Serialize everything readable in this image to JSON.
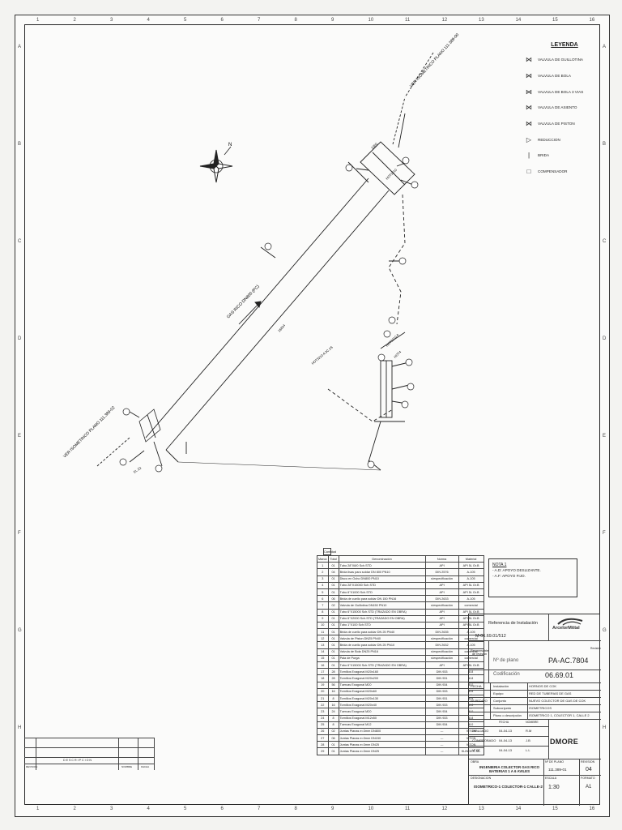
{
  "zone_numbers": [
    "1",
    "2",
    "3",
    "4",
    "5",
    "6",
    "7",
    "8",
    "9",
    "10",
    "11",
    "12",
    "13",
    "14",
    "15",
    "16"
  ],
  "zone_letters": [
    "A",
    "B",
    "C",
    "D",
    "E",
    "F",
    "G",
    "H"
  ],
  "legend": {
    "title": "LEYENDA",
    "items": [
      {
        "icon": "gate-valve-icon",
        "label": "VALVULA DE GUILLOTINA"
      },
      {
        "icon": "ball-valve-icon",
        "label": "VALVULA DE BOLA"
      },
      {
        "icon": "three-way-ball-valve-icon",
        "label": "VALVULA DE BOLA 3 VIAS"
      },
      {
        "icon": "seat-valve-icon",
        "label": "VALVULA DE ASIENTO"
      },
      {
        "icon": "piston-valve-icon",
        "label": "VALVULA DE PISTON"
      },
      {
        "icon": "reducer-icon",
        "label": "REDUCCION"
      },
      {
        "icon": "flange-icon",
        "label": "BRIDA"
      },
      {
        "icon": "compensator-icon",
        "label": "COMPENSADOR"
      }
    ]
  },
  "drawing": {
    "ref_top": "VER ISOMETRICO PLANO 111.389-00",
    "ref_left": "VER ISOMETRICO PLANO 111.389-02",
    "pipe_label": "GAS RICO DN800 (PC)",
    "dim_main": "15824",
    "elev_left": "EL.Z2",
    "small_a": "HOT3210",
    "small_b": "HOT3210 A 3C.2S",
    "small_c": "HOT3210 A",
    "small_d": "HOT4",
    "dim_top": "2300",
    "dim_d": "1000",
    "n_mark": "N"
  },
  "bom": {
    "cantidad": "Cantidad",
    "headers": [
      "Marca",
      "Total",
      "Denominación",
      "Norma",
      "Material"
    ],
    "rows": [
      [
        "1",
        "01",
        "Tubo 28\"X8/0 Sch.STD",
        "API",
        "API 5L Gr.B"
      ],
      [
        "2",
        "04",
        "Brida lisas para soldar DN 800 PN10",
        "DIN 2576",
        "A-105"
      ],
      [
        "3",
        "01",
        "Disco en Ocho DN800 PN10",
        "s/especificación",
        "A-105"
      ],
      [
        "4",
        "01",
        "Tubo 28\"X15000 Sch.STD",
        "API",
        "API 5L Gr.B"
      ],
      [
        "5",
        "01",
        "Tubo 6\"X1000 Sch.STD",
        "API",
        "API 5L Gr.B"
      ],
      [
        "6",
        "06",
        "Brida de cuello para soldar DN 150 PN16",
        "DIN 2633",
        "A-105"
      ],
      [
        "7",
        "02",
        "Valvula de Guillotina DN150 PN10",
        "s/especificación",
        "comercial"
      ],
      [
        "8",
        "01",
        "Tubo 6\"X15000 Sch.STD (TRAZADO EN OBRA)",
        "API",
        "API 5L Gr.B"
      ],
      [
        "9",
        "01",
        "Tubo 6\"X2000 Sch.STD (TRAZADO EN OBRA)",
        "API",
        "API 5L Gr.B"
      ],
      [
        "10",
        "01",
        "Tubo 1\"X100 Sch.STD",
        "API",
        "API 5L Gr.B"
      ],
      [
        "11",
        "01",
        "Brida de cuello para soldar DN 25 PN40",
        "DIN 2635",
        "A-105"
      ],
      [
        "12",
        "01",
        "Valvula de Piston DN25 PN40",
        "s/especificación",
        "comercial"
      ],
      [
        "13",
        "01",
        "Brida de cuello para soldar DN 25 PN10",
        "DIN 2632",
        "A-105"
      ],
      [
        "14",
        "01",
        "Valvula de Bola DN25 PN16",
        "s/especificación",
        "comercial"
      ],
      [
        "15",
        "01",
        "Pala de Purga",
        "s/especificación",
        "comercial"
      ],
      [
        "16",
        "01",
        "Tubo 6\"X15000 Sch.STD (TRAZADO EN OBRA)",
        "API",
        "API 5L Gr.B"
      ],
      [
        "17",
        "28",
        "Tornillos Exagonal M20x160",
        "DIN 933",
        "8.8"
      ],
      [
        "18",
        "28",
        "Tornillos Exagonal M20x200",
        "DIN 931",
        "8.8"
      ],
      [
        "19",
        "56",
        "Tuercas Exagonal M20",
        "DIN 934",
        "8.0"
      ],
      [
        "20",
        "16",
        "Tornillos Exagonal M20x60",
        "DIN 933",
        "8.8"
      ],
      [
        "21",
        "8",
        "Tornillos Exagonal M20x130",
        "DIN 931",
        "8.8"
      ],
      [
        "22",
        "16",
        "Tornillos Exagonal M20x40",
        "DIN 933",
        "8.8"
      ],
      [
        "23",
        "24",
        "Tuercas Exagonal M20",
        "DIN 934",
        "8.0"
      ],
      [
        "24",
        "8",
        "Tornillos Exagonal M12x50",
        "DIN 933",
        "8.8"
      ],
      [
        "25",
        "8",
        "Tuercas Exagonal M12",
        "DIN 934",
        "8.0"
      ],
      [
        "26",
        "02",
        "Juntas Planas e=3mm DN800",
        "---",
        "VITON"
      ],
      [
        "27",
        "06",
        "Juntas Planas e=3mm DN150",
        "---",
        "VITON"
      ],
      [
        "28",
        "01",
        "Juntas Planas e=3mm DN25",
        "---",
        "VITON"
      ],
      [
        "29",
        "01",
        "Juntas Planas e=3mm DN25",
        "---",
        "KLINGER-SIL"
      ]
    ]
  },
  "note": {
    "title": "NOTA 1",
    "lines": [
      "- A.D: APOYO DESLIZANTE.",
      "- A.F: APOYO FIJO."
    ]
  },
  "title_block": {
    "ref_inst": "Referencia de Instalación",
    "ref_inst_val": "M-06.69.01/512",
    "logo": "ArcelorMittal",
    "responsable": "Responsable de revisión",
    "plano_lbl": "Nº de plano",
    "plano_val": "PA-AC.7804",
    "cod_lbl": "Codificación",
    "cod_val": "06.69.01",
    "revision_lbl": "Revisión",
    "dash": "-",
    "rows": [
      [
        "FECHA",
        "Instalación",
        "HORNOS DE COK"
      ],
      [
        "-",
        "Equipo",
        "RED DE TUBERIAS DE GAS"
      ],
      [
        "Nº PEDIDO",
        "Conjunto",
        "NUEVO COLECTOR DE GAS DE COK"
      ],
      [
        "-",
        "Subconjunto",
        "ISOMETRICOS"
      ],
      [
        "",
        "Plano o descripción",
        "ISOMETRICO 1, COLECTOR 1, CALLE 2"
      ]
    ],
    "sign_headers": [
      "",
      "FECHA",
      "NOMBRE"
    ],
    "sign_rows": [
      [
        "DIBUJADO",
        "04-04-13",
        "R.M"
      ],
      [
        "COMPROBADO",
        "04-04-13",
        "J.B"
      ],
      [
        "Vº Bº",
        "04-04-13",
        "L.L"
      ]
    ],
    "company": "DMORE",
    "obra_lbl": "OBRA",
    "obra_val": "INGENIERIA COLECTOR GAS RICO BATERIAS 1 A 6 AVILES",
    "nplano_lbl": "Nº DE PLANO",
    "nplano_val": "111.389-01",
    "rev_lbl": "REVISION",
    "rev_val": "04",
    "desig_lbl": "DESIGNACION",
    "desig_val": "ISOMETRICO-1  COLECTOR-1 CALLE-2",
    "escala_lbl": "ESCALA",
    "escala_val": "1:30",
    "formato_lbl": "FORMATO",
    "formato_val": "A1"
  },
  "revision_strip": {
    "descripcion": "DESCRIPCION",
    "rev": "REVISION",
    "fecha": "FECHA",
    "nombre": "NOMBRE"
  }
}
